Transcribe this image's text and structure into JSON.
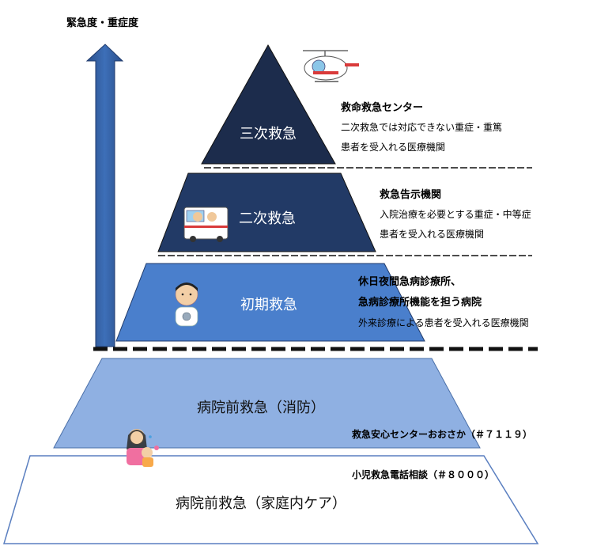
{
  "axis_label": "緊急度・重症度",
  "tiers": [
    {
      "title": "三次救急",
      "desc_title": "救命救急センター",
      "desc_lines": [
        "二次救急では対応できない重症・重篤",
        "患者を受入れる医療機関"
      ],
      "color": "#1c2c4c"
    },
    {
      "title": "二次救急",
      "desc_title": "救急告示機関",
      "desc_lines": [
        "入院治療を必要とする重症・中等症",
        "患者を受入れる医療機関"
      ],
      "color": "#223a66"
    },
    {
      "title": "初期救急",
      "desc_title_lines": [
        "休日夜間急病診療所、",
        "急病診療所機能を担う病院"
      ],
      "desc_lines": [
        "外来診療による患者を受入れる医療機関"
      ],
      "color": "#4a7fcc"
    },
    {
      "title": "病院前救急（消防）",
      "desc_title": "救急安心センターおおさか（＃７１１９）",
      "color": "#8fb0e2"
    },
    {
      "title": "病院前救急（家庭内ケア）",
      "desc_title": "小児救急電話相談（＃８０００）",
      "color": "#ffffff"
    }
  ],
  "colors": {
    "arrow": "#2f5a9e",
    "outline": "#1f3a6b",
    "divider": "#111111"
  },
  "icons": [
    "doctor-heli-icon",
    "ambulance-icon",
    "doctor-icon",
    "parent-child-icon"
  ]
}
